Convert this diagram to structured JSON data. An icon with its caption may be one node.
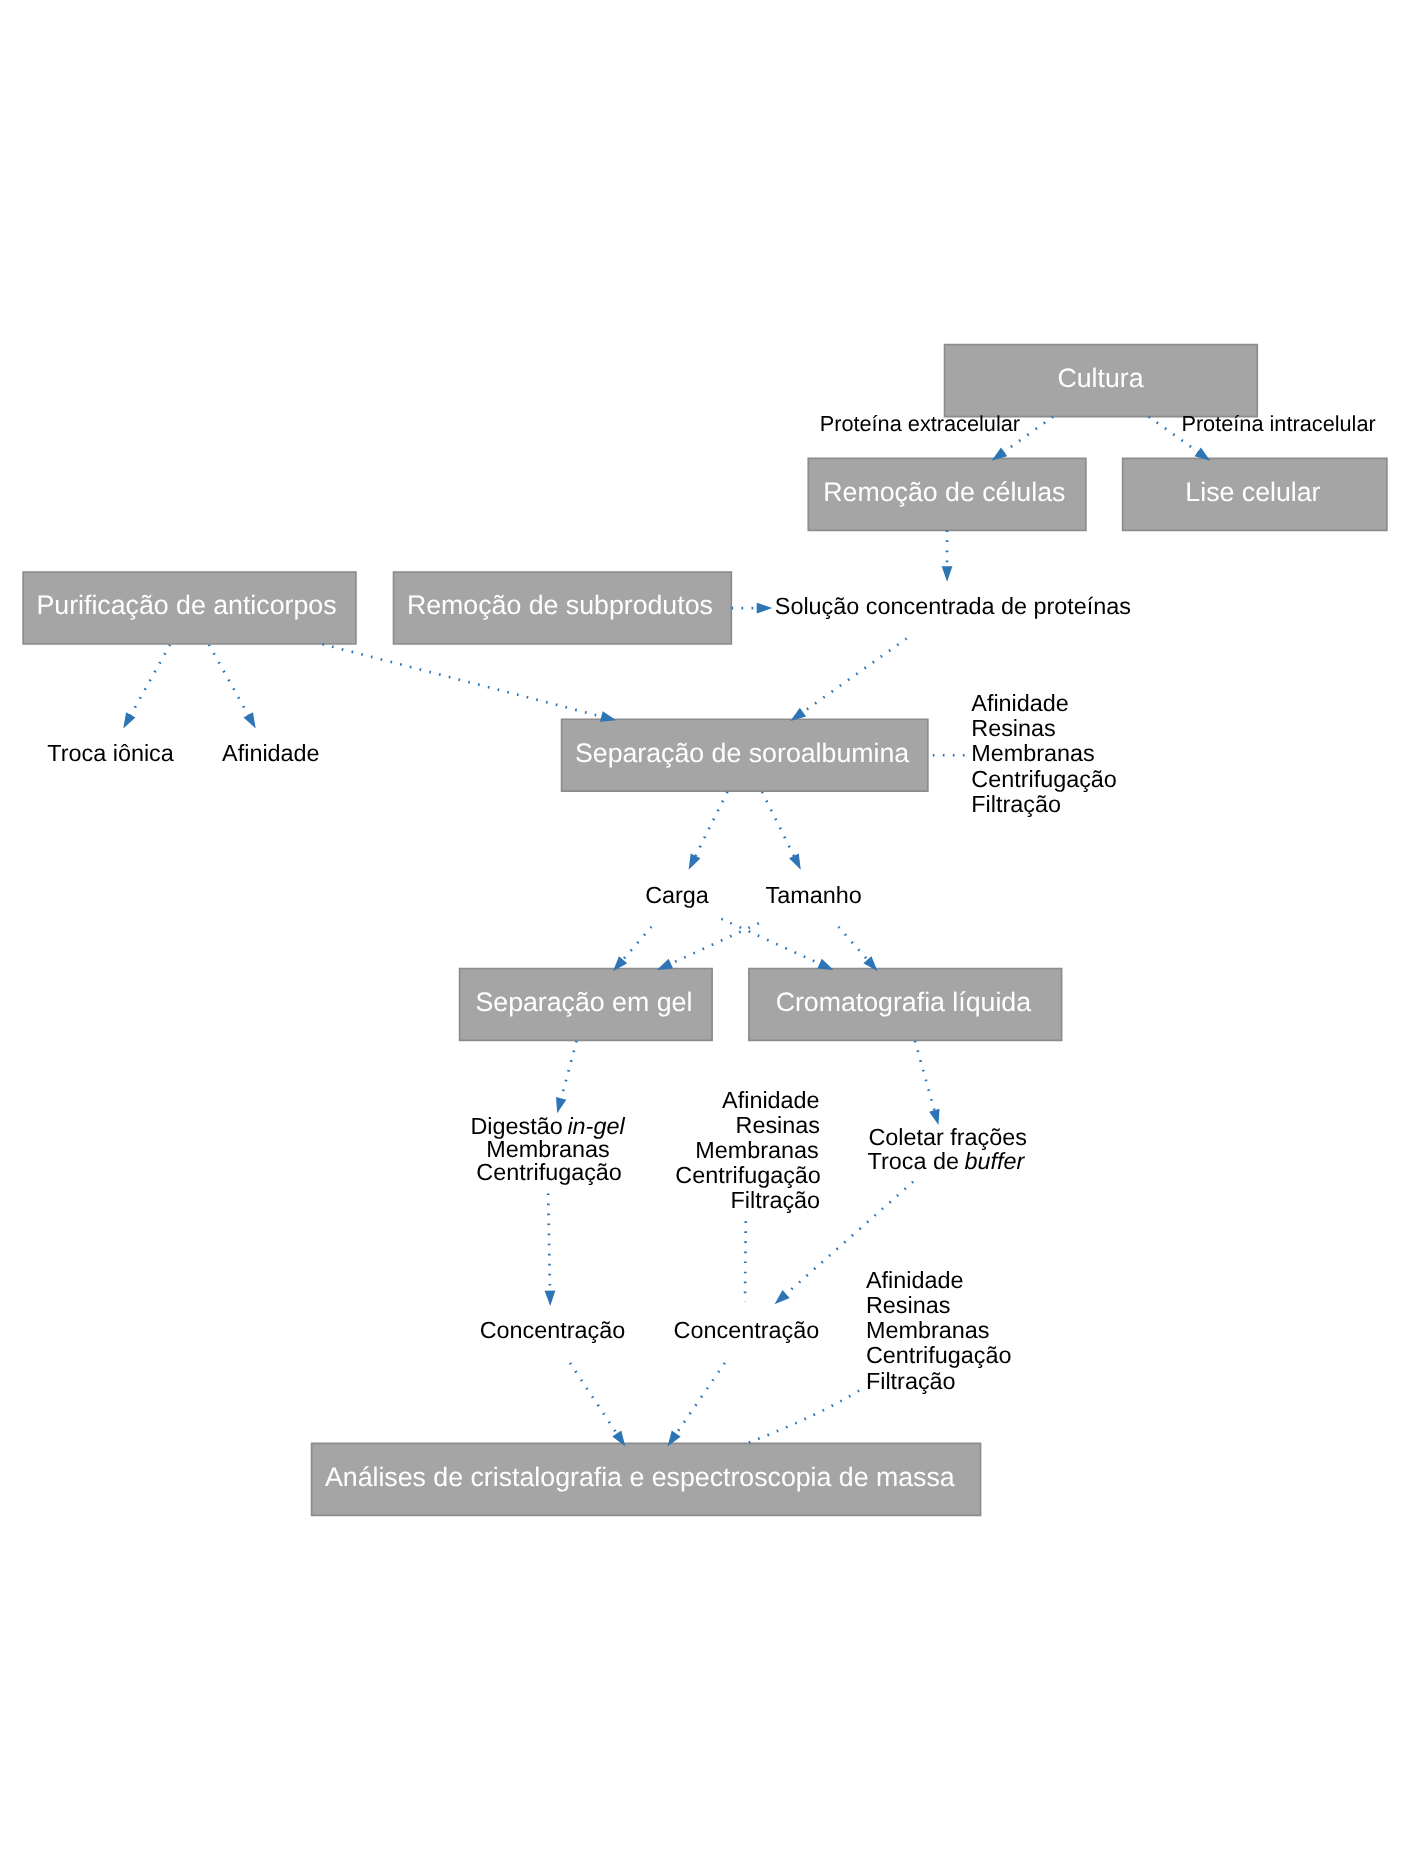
{
  "diagram": {
    "nodes": [
      {
        "text": [
          "Cultura"
        ]
      },
      {
        "text": [
          "Remoção de células"
        ]
      },
      {
        "text": [
          "Lise celular"
        ]
      },
      {
        "text": [
          "Remoção de subprodutos"
        ]
      },
      {
        "text": [
          "Solução concentrada de proteínas"
        ]
      },
      {
        "text": [
          "Purificação de anticorpos"
        ]
      },
      {
        "text": [
          "Afinidade"
        ]
      },
      {
        "text": [
          "Troca iônica"
        ]
      },
      {
        "text": [
          "Separação de soroalbumina"
        ]
      },
      {
        "text": [
          "Afinidade",
          "Resinas",
          "Membranas",
          "Centrifugação",
          "Filtração"
        ]
      },
      {
        "text": [
          "Carga"
        ]
      },
      {
        "text": [
          "Tamanho"
        ]
      },
      {
        "text": [
          "Cromatografia líquida"
        ]
      },
      {
        "text": [
          "Separação em gel"
        ]
      },
      {
        "text": [
          "Coletar frações",
          "Troca de *buffer*"
        ]
      },
      {
        "text": [
          "Afinidade",
          "Resinas",
          "Membranas",
          "Centrifugação",
          "Filtração"
        ]
      },
      {
        "text": [
          "Concentração"
        ]
      },
      {
        "text": [
          "Digestão *in-gel*",
          "Membranas",
          "Centrifugação"
        ]
      },
      {
        "text": [
          "Concentração"
        ]
      },
      {
        "text": [
          "Afinidade",
          "Resinas",
          "Membranas",
          "Centrifugação",
          "Filtração"
        ]
      },
      {
        "text": [
          "Análises de cristalografia e espectroscopia de massa"
        ]
      }
    ],
    "edges": [
      {
        "from": 0,
        "to": 1,
        "arrow": "to",
        "label": "Proteína extracelular"
      },
      {
        "from": 0,
        "to": 2,
        "arrow": "to",
        "label": "Proteína intracelular"
      },
      {
        "from": 1,
        "to": 4,
        "arrow": "to"
      },
      {
        "from": 3,
        "to": 4,
        "arrow": "to"
      },
      {
        "from": 4,
        "to": 8,
        "arrow": "to"
      },
      {
        "from": 5,
        "to": 8,
        "arrow": "to"
      },
      {
        "from": 5,
        "to": 6,
        "arrow": "to"
      },
      {
        "from": 5,
        "to": 7,
        "arrow": "to"
      },
      {
        "from": 9,
        "to": 8,
        "arrow": "none"
      },
      {
        "from": 8,
        "to": 10,
        "arrow": "to"
      },
      {
        "from": 8,
        "to": 11,
        "arrow": "to"
      },
      {
        "from": 10,
        "to": 12,
        "arrow": "to"
      },
      {
        "from": 10,
        "to": 13,
        "arrow": "to"
      },
      {
        "from": 11,
        "to": 12,
        "arrow": "to"
      },
      {
        "from": 11,
        "to": 13,
        "arrow": "to"
      },
      {
        "from": 12,
        "to": 14,
        "arrow": "to"
      },
      {
        "from": 13,
        "to": 17,
        "arrow": "to"
      },
      {
        "from": 14,
        "to": 16,
        "arrow": "to"
      },
      {
        "from": 15,
        "to": 16,
        "arrow": "none"
      },
      {
        "from": 17,
        "to": 18,
        "arrow": "to"
      },
      {
        "from": 16,
        "to": 20,
        "arrow": "to"
      },
      {
        "from": 18,
        "to": 20,
        "arrow": "to"
      },
      {
        "from": 19,
        "to": 20,
        "arrow": "none"
      }
    ]
  }
}
